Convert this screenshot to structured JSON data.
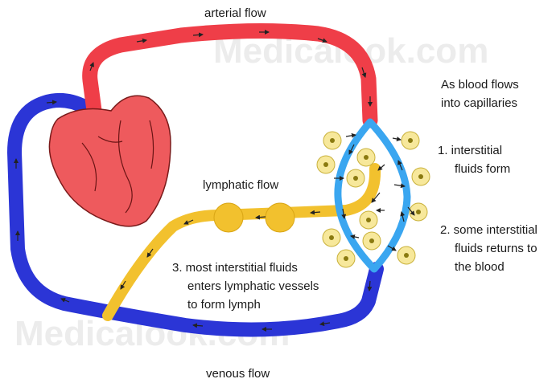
{
  "watermark": "Medicalook.com",
  "labels": {
    "arterial": "arterial flow",
    "venous": "venous flow",
    "lymphatic": "lymphatic flow",
    "intro_line1": "As blood flows",
    "intro_line2": "into capillaries",
    "step1_line1": "1. interstitial",
    "step1_line2": "fluids form",
    "step2_line1": "2. some interstitial",
    "step2_line2": "fluids returns to",
    "step2_line3": "the blood",
    "step3_line1": "3. most interstitial fluids",
    "step3_line2": "enters lymphatic vessels",
    "step3_line3": "to form lymph"
  },
  "colors": {
    "artery": "#ef3e48",
    "vein": "#2b35d6",
    "capillary": "#3aa6f0",
    "lymph": "#f2c12e",
    "heart": "#ee5a5d",
    "cell_fill": "#f7e89b",
    "cell_nucleus": "#8a7a10"
  }
}
